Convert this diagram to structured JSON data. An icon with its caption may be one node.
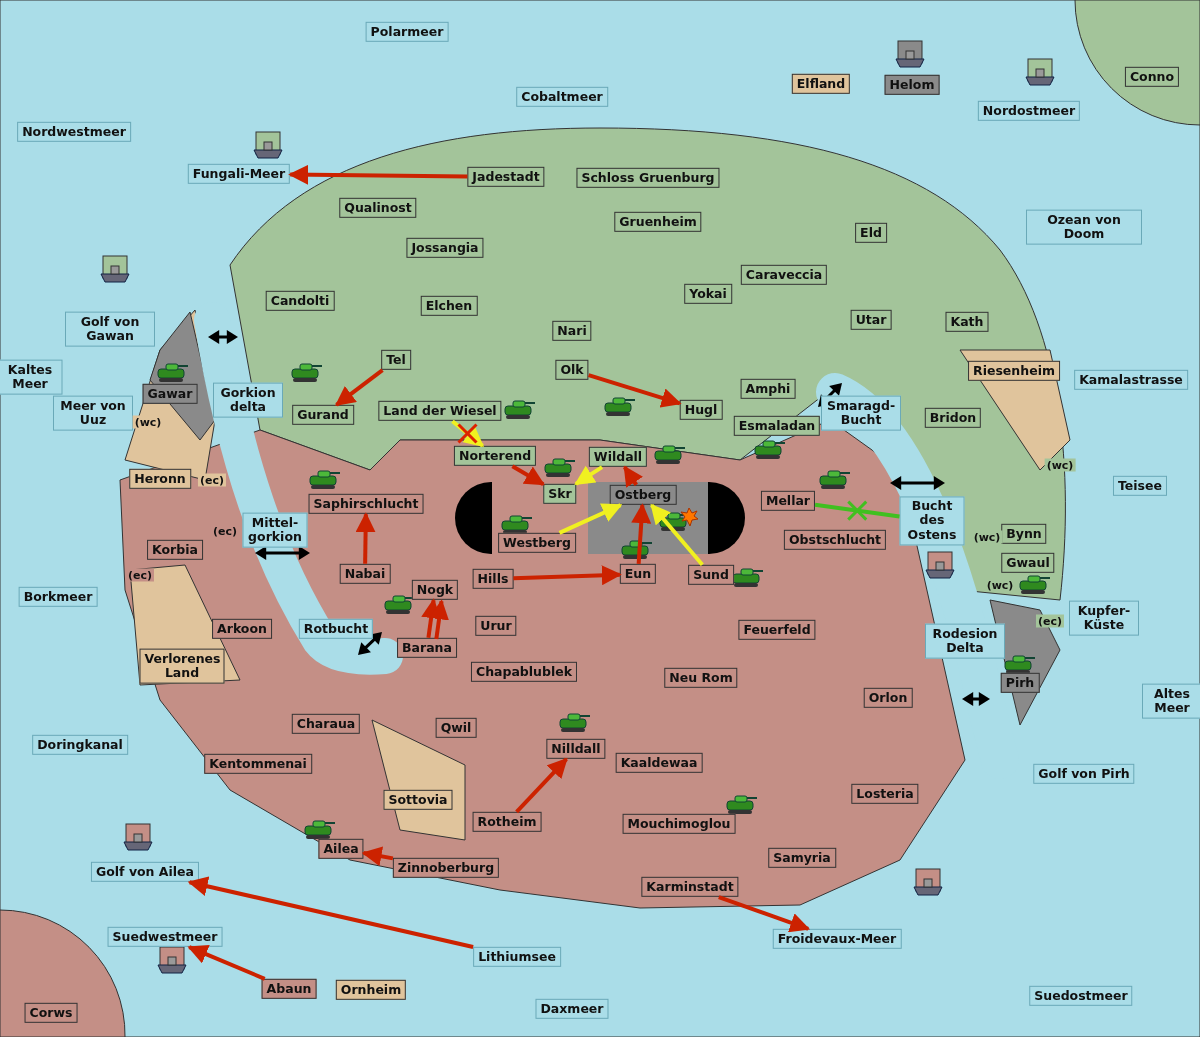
{
  "diagram": {
    "nodes": [
      {
        "text": [
          "Polarmeer"
        ]
      },
      {
        "text": [
          "Elfland"
        ]
      },
      {
        "text": [
          "Helom"
        ]
      },
      {
        "text": [
          "Conno"
        ]
      },
      {
        "text": [
          "Cobaltmeer"
        ]
      },
      {
        "text": [
          "Nordostmeer"
        ]
      },
      {
        "text": [
          "Nordwestmeer"
        ]
      },
      {
        "text": [
          "Fungali-Meer"
        ]
      },
      {
        "text": [
          "Jadestadt"
        ]
      },
      {
        "text": [
          "Schloss Gruenburg"
        ]
      },
      {
        "text": [
          "Qualinost"
        ]
      },
      {
        "text": [
          "Gruenheim"
        ]
      },
      {
        "text": [
          "Ozean von Doom"
        ]
      },
      {
        "text": [
          "Eld"
        ]
      },
      {
        "text": [
          "Jossangia"
        ]
      },
      {
        "text": [
          "Caraveccia"
        ]
      },
      {
        "text": [
          "Yokai"
        ]
      },
      {
        "text": [
          "Candolti"
        ]
      },
      {
        "text": [
          "Elchen"
        ]
      },
      {
        "text": [
          "Utar"
        ]
      },
      {
        "text": [
          "Kath"
        ]
      },
      {
        "text": [
          "Golf von Gawan"
        ]
      },
      {
        "text": [
          "Nari"
        ]
      },
      {
        "text": [
          "Tel"
        ]
      },
      {
        "text": [
          "Olk"
        ]
      },
      {
        "text": [
          "Kaltes Meer"
        ]
      },
      {
        "text": [
          "Riesenheim"
        ]
      },
      {
        "text": [
          "Kamalastrasse"
        ]
      },
      {
        "text": [
          "Amphi"
        ]
      },
      {
        "text": [
          "Gawar"
        ]
      },
      {
        "text": [
          "Gorkion delta"
        ]
      },
      {
        "text": [
          "Smaragd-Bucht"
        ]
      },
      {
        "text": [
          "Gurand"
        ]
      },
      {
        "text": [
          "Land der Wiesel"
        ]
      },
      {
        "text": [
          "Hugl"
        ]
      },
      {
        "text": [
          "Meer von Uuz"
        ]
      },
      {
        "text": [
          "Bridon"
        ]
      },
      {
        "text": [
          "Esmaladan"
        ]
      },
      {
        "text": [
          "Norterend"
        ]
      },
      {
        "text": [
          "Wildall"
        ]
      },
      {
        "text": [
          "Heronn"
        ]
      },
      {
        "text": [
          "Teisee"
        ]
      },
      {
        "text": [
          "Skr"
        ]
      },
      {
        "text": [
          "Ostberg"
        ]
      },
      {
        "text": [
          "Mellar"
        ]
      },
      {
        "text": [
          "Saphirschlucht"
        ]
      },
      {
        "text": [
          "Bucht des Ostens"
        ]
      },
      {
        "text": [
          "Mittel-gorkion"
        ]
      },
      {
        "text": [
          "Bynn"
        ]
      },
      {
        "text": [
          "Westberg"
        ]
      },
      {
        "text": [
          "Obstschlucht"
        ]
      },
      {
        "text": [
          "Korbia"
        ]
      },
      {
        "text": [
          "Gwaul"
        ]
      },
      {
        "text": [
          "Nabai"
        ]
      },
      {
        "text": [
          "Eun"
        ]
      },
      {
        "text": [
          "Sund"
        ]
      },
      {
        "text": [
          "Hills"
        ]
      },
      {
        "text": [
          "Nogk"
        ]
      },
      {
        "text": [
          "Borkmeer"
        ]
      },
      {
        "text": [
          "Kupfer-Küste"
        ]
      },
      {
        "text": [
          "Urur"
        ]
      },
      {
        "text": [
          "Arkoon"
        ]
      },
      {
        "text": [
          "Rotbucht"
        ]
      },
      {
        "text": [
          "Feuerfeld"
        ]
      },
      {
        "text": [
          "Rodesion Delta"
        ]
      },
      {
        "text": [
          "Barana"
        ]
      },
      {
        "text": [
          "Verlorenes Land"
        ]
      },
      {
        "text": [
          "Chapablublek"
        ]
      },
      {
        "text": [
          "Neu Rom"
        ]
      },
      {
        "text": [
          "Pirh"
        ]
      },
      {
        "text": [
          "Orlon"
        ]
      },
      {
        "text": [
          "Altes Meer"
        ]
      },
      {
        "text": [
          "Charaua"
        ]
      },
      {
        "text": [
          "Qwil"
        ]
      },
      {
        "text": [
          "Doringkanal"
        ]
      },
      {
        "text": [
          "Nilldall"
        ]
      },
      {
        "text": [
          "Kaaldewaa"
        ]
      },
      {
        "text": [
          "Kentommenai"
        ]
      },
      {
        "text": [
          "Golf von Pirh"
        ]
      },
      {
        "text": [
          "Losteria"
        ]
      },
      {
        "text": [
          "Sottovia"
        ]
      },
      {
        "text": [
          "Rotheim"
        ]
      },
      {
        "text": [
          "Mouchimoglou"
        ]
      },
      {
        "text": [
          "Ailea"
        ]
      },
      {
        "text": [
          "Samyria"
        ]
      },
      {
        "text": [
          "Zinnoberburg"
        ]
      },
      {
        "text": [
          "Golf von Ailea"
        ]
      },
      {
        "text": [
          "Karminstadt"
        ]
      },
      {
        "text": [
          "Froidevaux-Meer"
        ]
      },
      {
        "text": [
          "Suedwestmeer"
        ]
      },
      {
        "text": [
          "Lithiumsee"
        ]
      },
      {
        "text": [
          "Abaun"
        ]
      },
      {
        "text": [
          "Ornheim"
        ]
      },
      {
        "text": [
          "Suedostmeer"
        ]
      },
      {
        "text": [
          "Daxmeer"
        ]
      },
      {
        "text": [
          "Corws"
        ]
      }
    ],
    "edges": [
      {
        "from": 8,
        "to": 7,
        "arrow": "to"
      },
      {
        "from": 23,
        "to": 32,
        "arrow": "to"
      },
      {
        "from": 24,
        "to": 34,
        "arrow": "to"
      },
      {
        "from": 33,
        "to": 38,
        "arrow": "to",
        "color": "#f0f020"
      },
      {
        "from": 38,
        "to": 42,
        "arrow": "to"
      },
      {
        "from": 43,
        "to": 39,
        "arrow": "to"
      },
      {
        "from": 39,
        "to": 42,
        "arrow": "to",
        "color": "#f0f020"
      },
      {
        "from": 53,
        "to": 45,
        "arrow": "to"
      },
      {
        "from": 65,
        "to": 57,
        "arrow": "to"
      },
      {
        "from": 65,
        "to": 57,
        "arrow": "to"
      },
      {
        "from": 56,
        "to": 54,
        "arrow": "to"
      },
      {
        "from": 54,
        "to": 43,
        "arrow": "to"
      },
      {
        "from": 49,
        "to": 43,
        "arrow": "to",
        "color": "#f0f020"
      },
      {
        "from": 55,
        "to": 43,
        "arrow": "to",
        "color": "#f0f020"
      },
      {
        "from": 81,
        "to": 75,
        "arrow": "to"
      },
      {
        "from": 85,
        "to": 83,
        "arrow": "to"
      },
      {
        "from": 90,
        "to": 86,
        "arrow": "to"
      },
      {
        "from": 91,
        "to": 89,
        "arrow": "to"
      },
      {
        "from": 87,
        "to": 88,
        "arrow": "to"
      },
      {
        "from": 44,
        "to": 46,
        "arrow": "none",
        "color": "#40c020"
      }
    ],
    "labels": [
      "(wc)",
      "(ec)",
      "(ec)",
      "(ec)",
      "(wc)",
      "(wc)",
      "(wc)",
      "(ec)"
    ]
  }
}
